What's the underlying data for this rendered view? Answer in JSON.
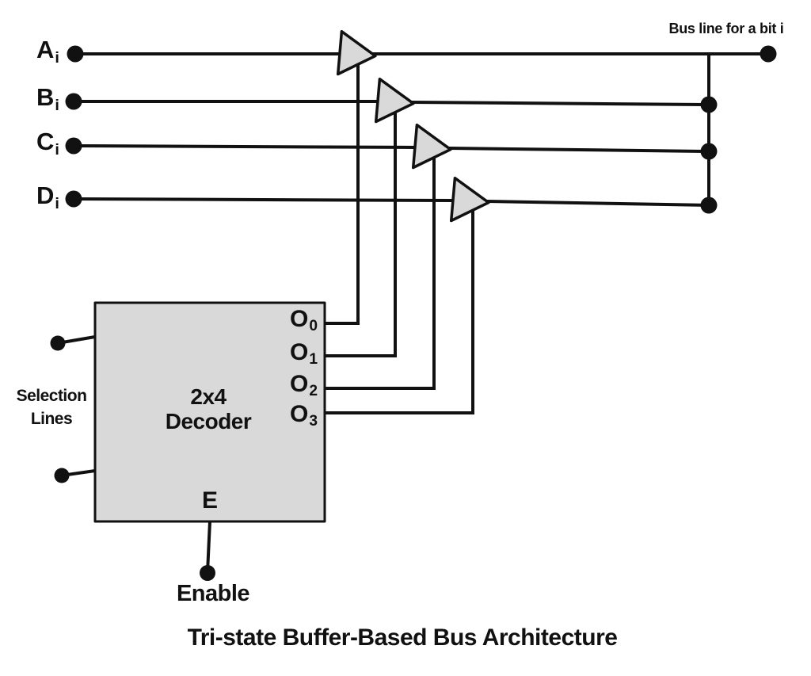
{
  "title": "Tri-state Buffer-Based Bus Architecture",
  "bus": {
    "label": "Bus line for a bit i"
  },
  "inputs": [
    {
      "name": "A",
      "sub": "i"
    },
    {
      "name": "B",
      "sub": "i"
    },
    {
      "name": "C",
      "sub": "i"
    },
    {
      "name": "D",
      "sub": "i"
    }
  ],
  "decoder": {
    "name_line1": "2x4",
    "name_line2": "Decoder",
    "enable_pin": "E",
    "enable_label": "Enable",
    "selection_label": [
      "Selection",
      "Lines"
    ],
    "outputs": [
      {
        "name": "O",
        "sub": "0"
      },
      {
        "name": "O",
        "sub": "1"
      },
      {
        "name": "O",
        "sub": "2"
      },
      {
        "name": "O",
        "sub": "3"
      }
    ]
  },
  "colors": {
    "background": "#ffffff",
    "wire": "#111111",
    "component_fill": "#d9d9d9",
    "text": "#111111"
  }
}
